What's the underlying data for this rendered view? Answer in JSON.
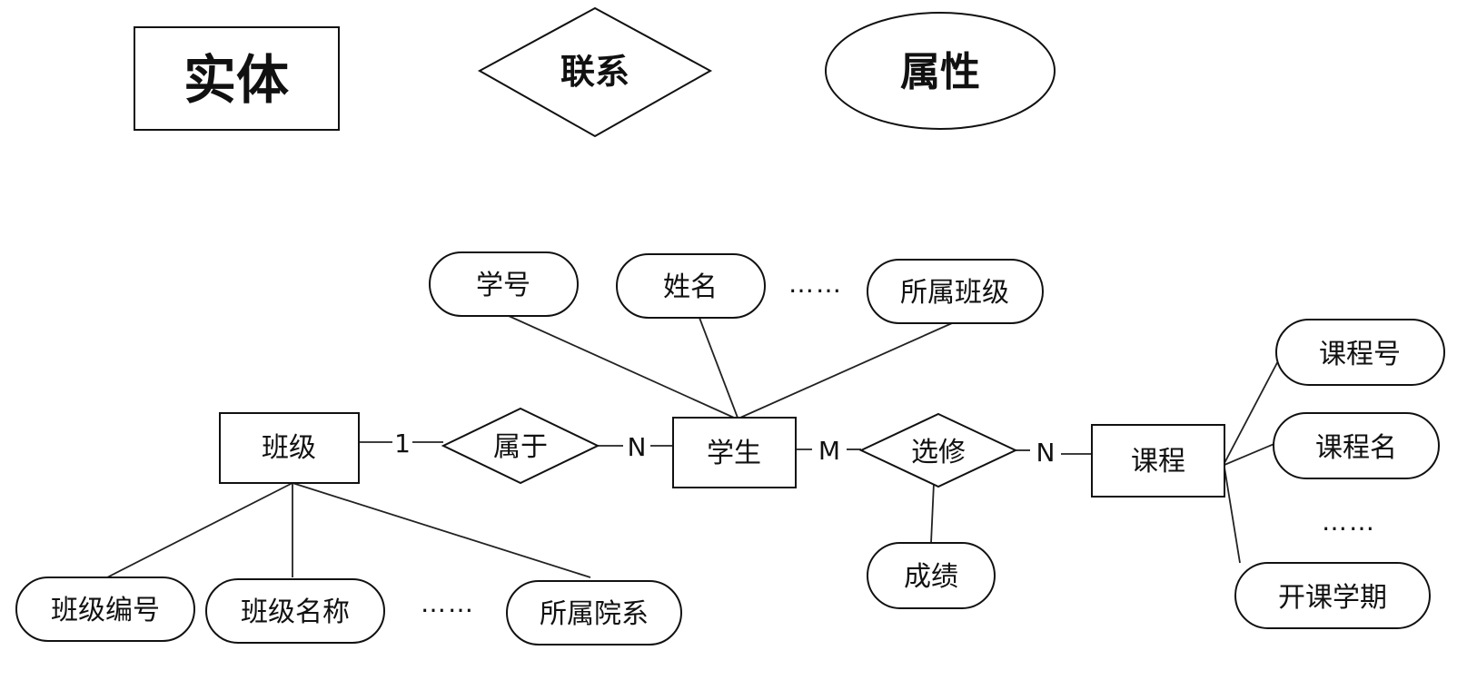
{
  "legend": {
    "entity": "实体",
    "relationship": "联系",
    "attribute": "属性"
  },
  "entities": {
    "class": "班级",
    "student": "学生",
    "course": "课程"
  },
  "relationships": {
    "belongs_to": "属于",
    "elective": "选修"
  },
  "student_attributes": {
    "id": "学号",
    "name": "姓名",
    "class": "所属班级",
    "ellipsis": "……"
  },
  "class_attributes": {
    "id": "班级编号",
    "name": "班级名称",
    "department": "所属院系",
    "ellipsis": "……"
  },
  "course_attributes": {
    "id": "课程号",
    "name": "课程名",
    "ellipsis": "……",
    "semester": "开课学期"
  },
  "elective_attributes": {
    "score": "成绩"
  },
  "cardinality": {
    "class_belongs": "1",
    "belongs_student": "N",
    "student_elective": "M",
    "elective_course": "N"
  }
}
